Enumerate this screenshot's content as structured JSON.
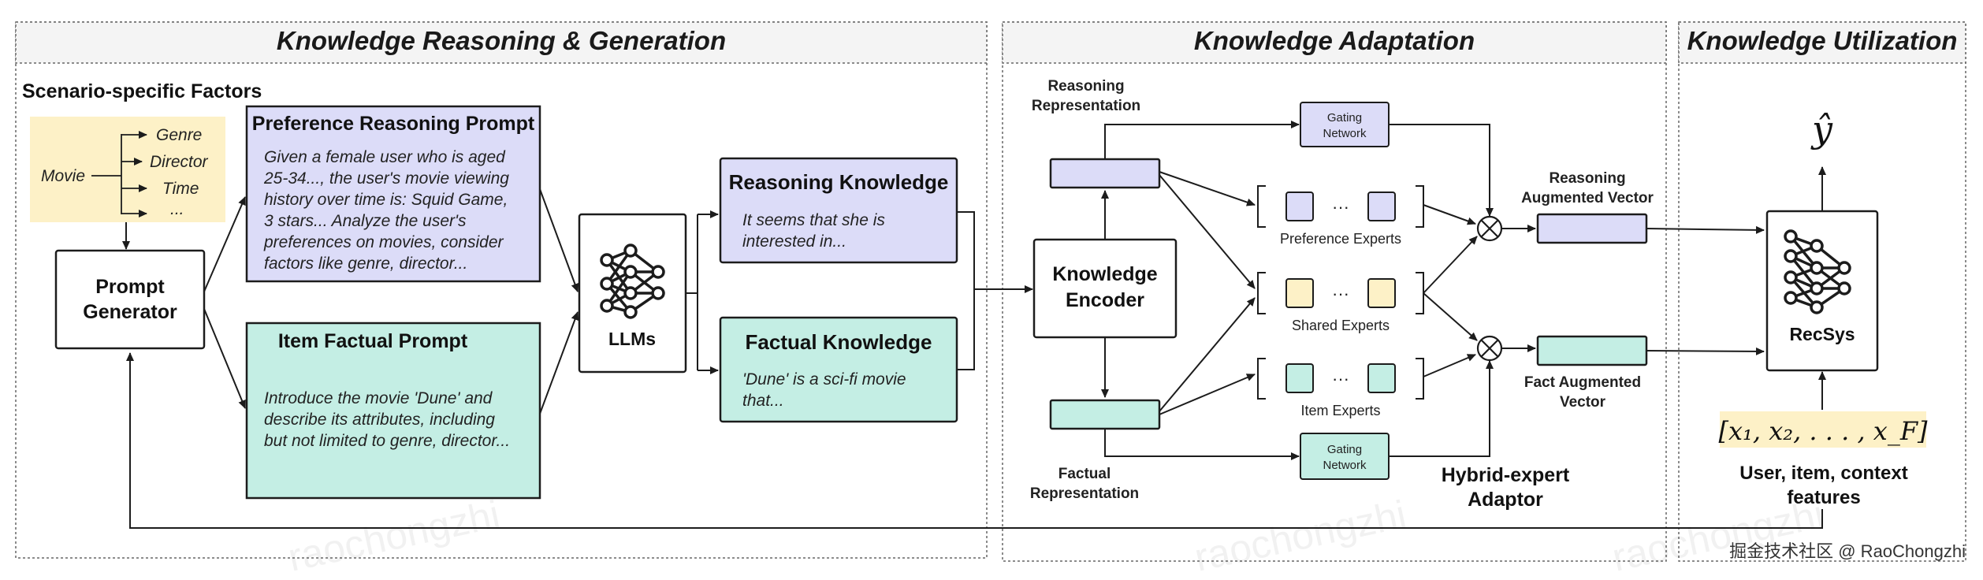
{
  "sections": {
    "reasoning_generation": "Knowledge Reasoning & Generation",
    "adaptation": "Knowledge Adaptation",
    "utilization": "Knowledge Utilization"
  },
  "scenario": {
    "title": "Scenario-specific Factors",
    "root": "Movie",
    "items": [
      "Genre",
      "Director",
      "Time",
      "..."
    ]
  },
  "prompt_generator": {
    "line1": "Prompt",
    "line2": "Generator"
  },
  "preference_prompt": {
    "title": "Preference Reasoning Prompt",
    "lines": [
      "Given a female user who is aged",
      "25-34..., the user's movie viewing",
      "history over time is: Squid Game,",
      "3 stars... Analyze the user's",
      "preferences on movies, consider",
      "factors like genre, director..."
    ]
  },
  "item_prompt": {
    "title": "Item Factual Prompt",
    "lines": [
      "Introduce the movie 'Dune' and",
      "describe its attributes, including",
      "but not limited to genre, director..."
    ]
  },
  "llms": {
    "label": "LLMs"
  },
  "reasoning_knowledge": {
    "title": "Reasoning Knowledge",
    "lines": [
      "It seems that she is",
      "interested in..."
    ]
  },
  "factual_knowledge": {
    "title": "Factual Knowledge",
    "lines": [
      "'Dune' is a sci-fi movie",
      "that..."
    ]
  },
  "adaptation": {
    "reasoning_representation": [
      "Reasoning",
      "Representation"
    ],
    "factual_representation": [
      "Factual",
      "Representation"
    ],
    "encoder": [
      "Knowledge",
      "Encoder"
    ],
    "gating_network": [
      "Gating",
      "Network"
    ],
    "expert_ellipsis": "···",
    "preference_experts": "Preference Experts",
    "shared_experts": "Shared Experts",
    "item_experts": "Item Experts",
    "hybrid_adaptor": [
      "Hybrid-expert",
      "Adaptor"
    ],
    "reasoning_vector": [
      "Reasoning",
      "Augmented Vector"
    ],
    "fact_vector": [
      "Fact Augmented",
      "Vector"
    ],
    "multiply_symbol": "⊗"
  },
  "utilization": {
    "output": "ŷ",
    "recsys": "RecSys",
    "features_formula": "[x₁, x₂, . . . , x_F]",
    "features_label": [
      "User, item, context",
      "features"
    ]
  },
  "colors": {
    "purple": "#dcdcf8",
    "teal": "#c4eee4",
    "yellow": "#fdf1c7",
    "border": "#1c1c1c",
    "dashed": "#555555"
  },
  "watermarks": [
    "raochongzhi",
    "raochongzhi",
    "raochongzhi"
  ],
  "footer": "掘金技术社区 @ RaoChongzhi"
}
